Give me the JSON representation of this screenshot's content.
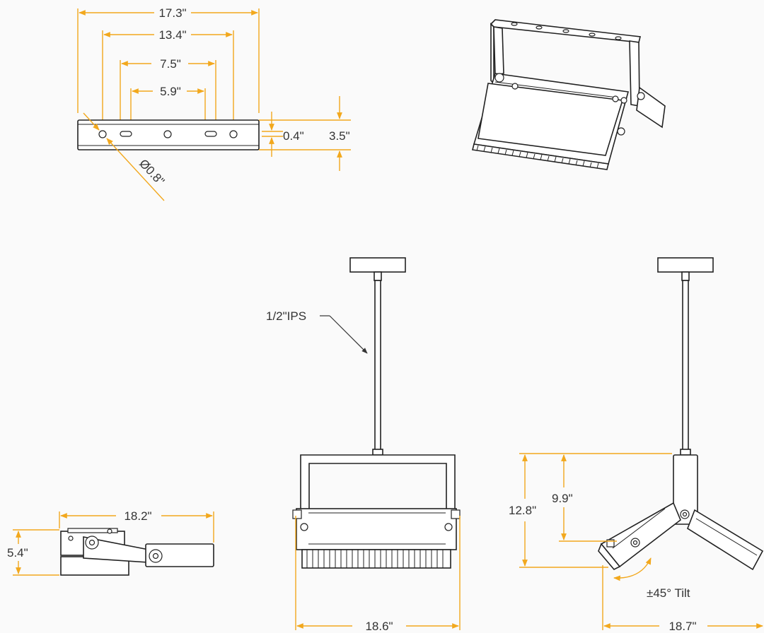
{
  "colors": {
    "dimension": "#f2a81d",
    "line": "#222222",
    "text": "#333333",
    "background": "#fafafa"
  },
  "bracket_plan": {
    "overall_width": "17.3\"",
    "outer_hole_spacing": "13.4\"",
    "slot_outer_spacing": "7.5\"",
    "slot_inner_spacing": "5.9\"",
    "slot_height": "0.4\"",
    "bracket_height": "3.5\"",
    "hole_diameter": "Ø0.8\""
  },
  "front_view": {
    "pipe_label": "1/2\"IPS",
    "width": "18.6\""
  },
  "side_view": {
    "height": "5.4\"",
    "length": "18.2\""
  },
  "tilt_view": {
    "overall_height": "12.8\"",
    "pivot_height": "9.9\"",
    "tilt_range": "±45° Tilt",
    "width": "18.7\""
  }
}
